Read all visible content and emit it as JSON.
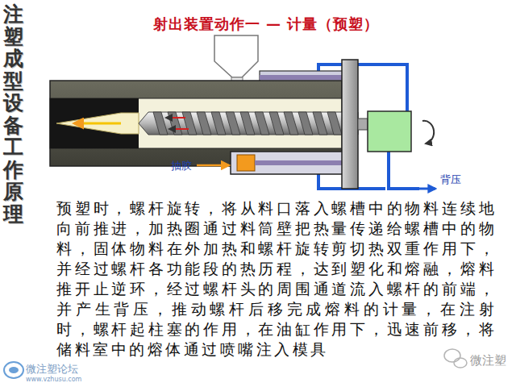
{
  "diagram": {
    "title": "射出装置动作一 — 计量（预塑）",
    "caption": "预塑时，螺杆旋转，将从料口落入螺槽中的物料连续地向前推进，加热圈通过料筒壁把热量传递给螺槽中的物料，固体物料在外加热和螺杆旋转剪切热双重作用下，并经过螺杆各功能段的热历程，达到塑化和熔融，熔料推开止逆环，经过螺杆头的周围通道流入螺杆的前端，并产生背压，推动螺杆后移完成熔料的计量，在注射时，螺杆起柱塞的作用，在油缸作用下，迅速前移，将储料室中的熔体通过喷嘴注入模具",
    "labels": [
      "注塑成型设备工作原理",
      "抽胶",
      "背压",
      "微注塑论坛",
      "www.vzhusu.com",
      "微注塑"
    ]
  }
}
